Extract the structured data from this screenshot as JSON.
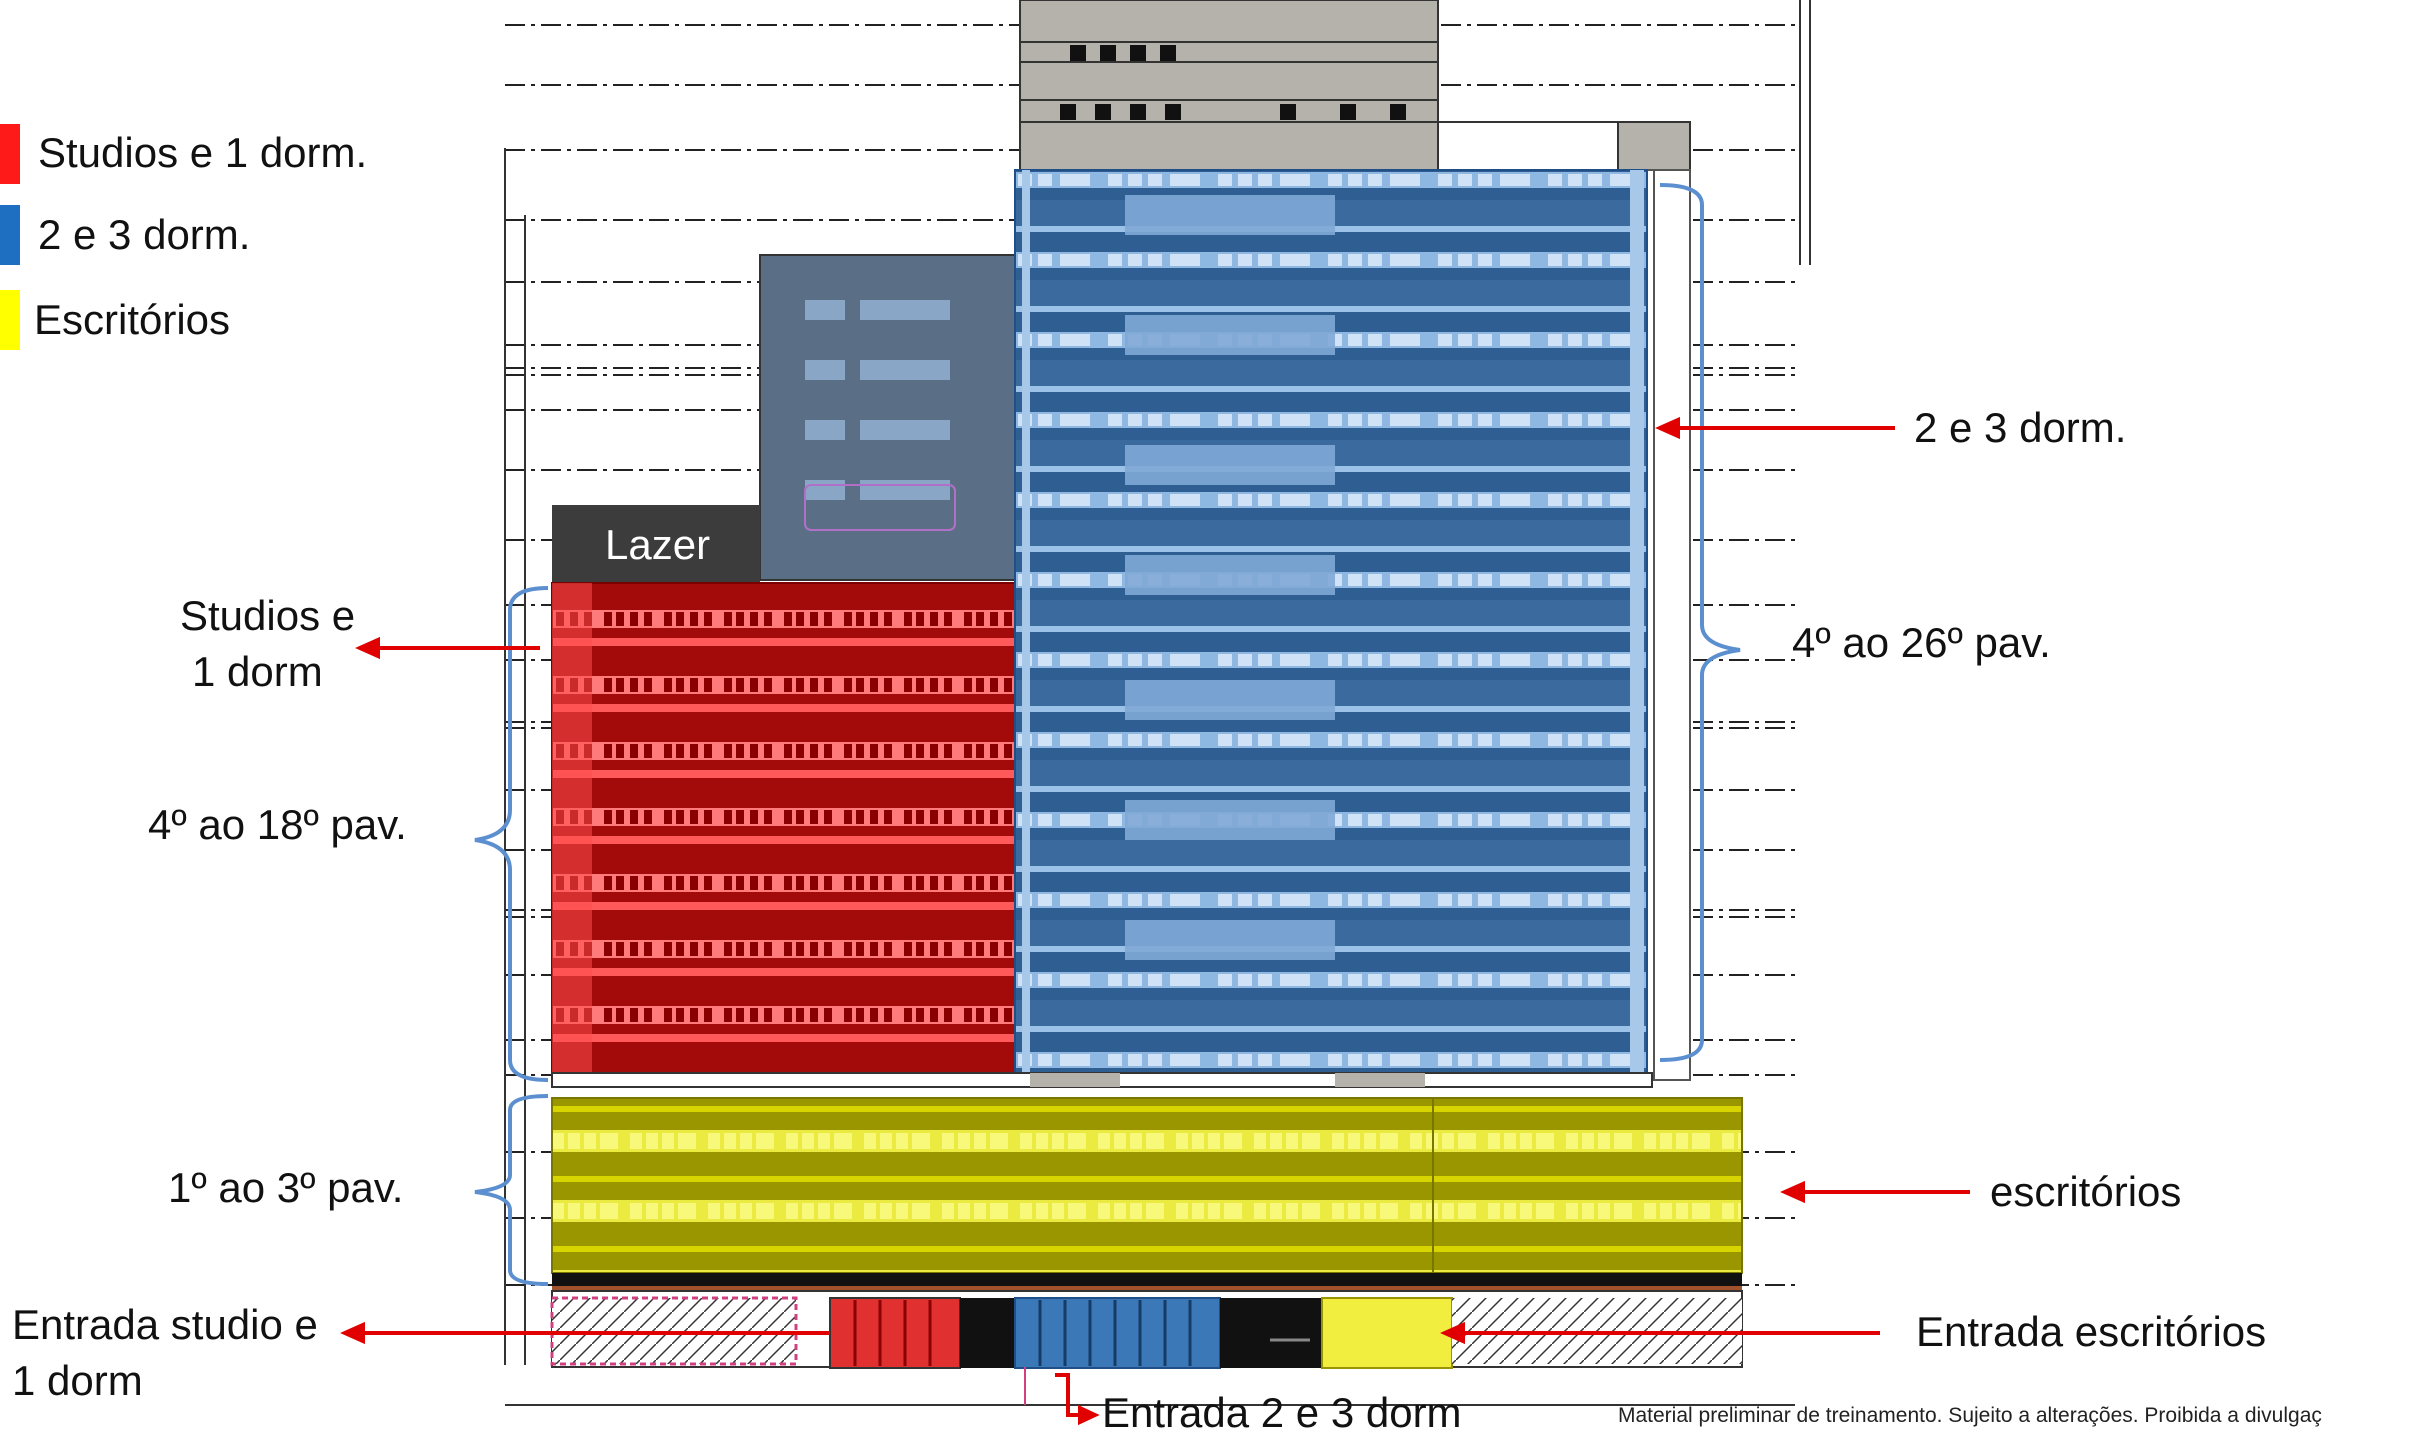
{
  "legend": {
    "items": [
      {
        "label": "Studios e 1 dorm.",
        "color": "#ff1a1a"
      },
      {
        "label": "2 e 3 dorm.",
        "color": "#1e6fc2"
      },
      {
        "label": "Escritórios",
        "color": "#ffff00"
      }
    ]
  },
  "building": {
    "lazer_label": "Lazer"
  },
  "annotations": {
    "studios_left_line1": "Studios e",
    "studios_left_line2": "1 dorm",
    "floors_left_red": "4º ao 18º pav.",
    "floors_left_yellow": "1º ao 3º pav.",
    "entrada_studio_line1": "Entrada studio e",
    "entrada_studio_line2": "1 dorm",
    "right_blue": "2 e 3 dorm.",
    "floors_right_blue": "4º ao 26º pav.",
    "right_yellow": "escritórios",
    "entrada_escritorios": "Entrada escritórios",
    "entrada_2_3": "Entrada 2 e 3 dorm"
  },
  "footer": {
    "note": "Material preliminar de treinamento. Sujeito a alterações. Proibida a divulgaç"
  },
  "colors": {
    "red": "#ff1a1a",
    "blue": "#1e6fc2",
    "yellow": "#ffff00",
    "arrow": "#e00000",
    "brace": "#5b8fcf"
  }
}
